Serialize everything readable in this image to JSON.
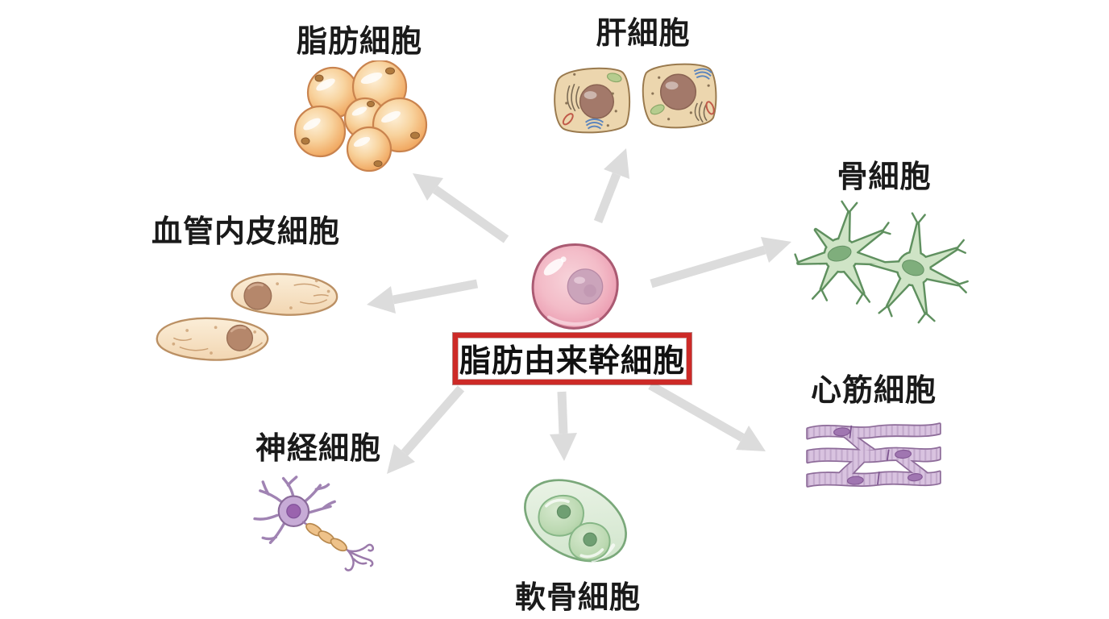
{
  "diagram": {
    "background": "#ffffff",
    "arrow_color": "#dcdcdc",
    "center_node": {
      "label": "脂肪由来幹細胞",
      "box_border_color": "#cd2a27",
      "cell_fill_color": "#f0b0c0"
    },
    "nodes": [
      {
        "id": "adipocyte",
        "label": "脂肪細胞",
        "fill_color": "#f3b877"
      },
      {
        "id": "hepatocyte",
        "label": "肝細胞",
        "fill_color": "#ecd6ae"
      },
      {
        "id": "osteocyte",
        "label": "骨細胞",
        "fill_color": "#cfe4c6"
      },
      {
        "id": "cardiomyocyte",
        "label": "心筋細胞",
        "fill_color": "#d9c3e0"
      },
      {
        "id": "chondrocyte",
        "label": "軟骨細胞",
        "fill_color": "#bcd9b2"
      },
      {
        "id": "neuron",
        "label": "神経細胞",
        "fill_color": "#c7abd6"
      },
      {
        "id": "endothelial-cell",
        "label": "血管内皮細胞",
        "fill_color": "#f7e3c6"
      }
    ]
  }
}
